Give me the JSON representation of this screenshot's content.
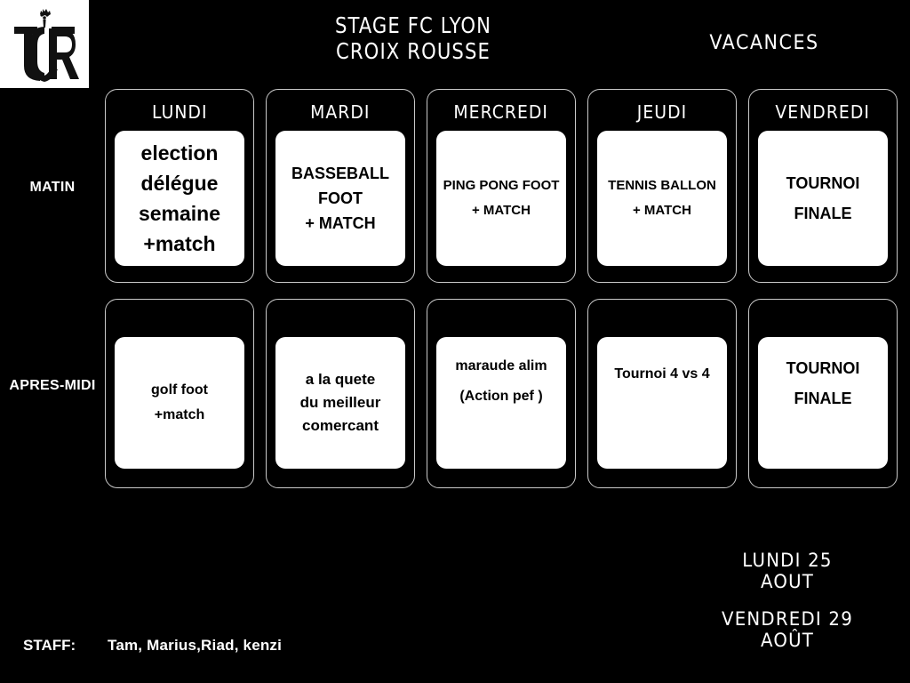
{
  "header": {
    "logo_alt": "LCR crest",
    "title_line1": "STAGE FC LYON",
    "title_line2": "CROIX ROUSSE",
    "vacances": "VACANCES"
  },
  "rows": [
    {
      "label": "MATIN"
    },
    {
      "label": "APRES-MIDI"
    }
  ],
  "days": [
    "LUNDI",
    "MARDI",
    "MERCREDI",
    "JEUDI",
    "VENDREDI"
  ],
  "morning": [
    {
      "day": "LUNDI",
      "lines": [
        "election",
        "délégue",
        "semaine",
        "+match"
      ]
    },
    {
      "day": "MARDI",
      "lines": [
        "BASSEBALL",
        "FOOT",
        "+ MATCH"
      ]
    },
    {
      "day": "MERCREDI",
      "lines": [
        "PING PONG FOOT",
        "+ MATCH"
      ]
    },
    {
      "day": "JEUDI",
      "lines": [
        "TENNIS BALLON",
        "+ MATCH"
      ]
    },
    {
      "day": "VENDREDI",
      "lines": [
        "TOURNOI",
        "FINALE"
      ]
    }
  ],
  "afternoon": [
    {
      "day": "LUNDI",
      "lines": [
        "golf foot",
        "+match"
      ]
    },
    {
      "day": "MARDI",
      "lines": [
        "a la quete",
        "du meilleur",
        "comercant"
      ]
    },
    {
      "day": "MERCREDI",
      "lines": [
        "maraude alim",
        "(Action pef )"
      ]
    },
    {
      "day": "JEUDI",
      "lines": [
        "Tournoi 4 vs 4"
      ]
    },
    {
      "day": "VENDREDI",
      "lines": [
        "TOURNOI",
        "FINALE"
      ]
    }
  ],
  "footer": {
    "start_date_line1": "LUNDI 25",
    "start_date_line2": "AOUT",
    "end_date_line1": "VENDREDI 29",
    "end_date_line2": "AOÛT",
    "staff_label": "STAFF:",
    "staff_names": "Tam, Marius,Riad, kenzi"
  },
  "colors": {
    "background": "#000000",
    "text": "#ffffff",
    "card_border": "#c9c9c9",
    "note_bg": "#ffffff",
    "note_text": "#000000"
  }
}
